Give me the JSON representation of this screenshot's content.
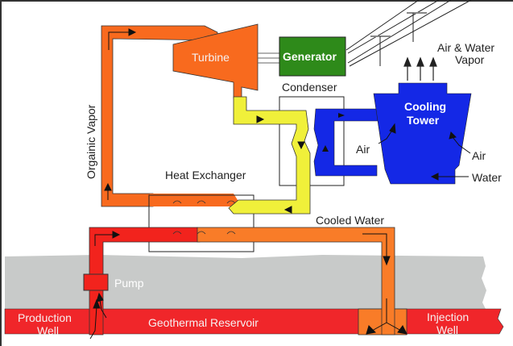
{
  "diagram": {
    "title": "Geothermal binary cycle power plant",
    "colors": {
      "organic_vapor": "#f86a1e",
      "hot_brine": "#f2231d",
      "cooled_brine": "#f97c28",
      "condensed_fluid": "#f0f03a",
      "cooling_water": "#1428e6",
      "generator": "#2e8a1a",
      "ground": "#c8cac9",
      "reservoir": "#f0262a",
      "outline": "#222222"
    },
    "components": {
      "turbine": "Turbine",
      "generator": "Generator",
      "condenser": "Condenser",
      "cooling_tower": [
        "Cooling",
        "Tower"
      ],
      "heat_exchanger": "Heat Exchanger",
      "pump": "Pump",
      "production_well": [
        "Production",
        "Well"
      ],
      "injection_well": [
        "Injection",
        "Well"
      ],
      "geothermal_reservoir": "Geothermal Reservoir"
    },
    "flow_labels": {
      "organic_vapor": "Orgainic Vapor",
      "cooled_water": "Cooled Water",
      "air_water_vapor": [
        "Air & Water",
        "Vapor"
      ],
      "air_left": "Air",
      "air_right": "Air",
      "water": "Water"
    }
  }
}
